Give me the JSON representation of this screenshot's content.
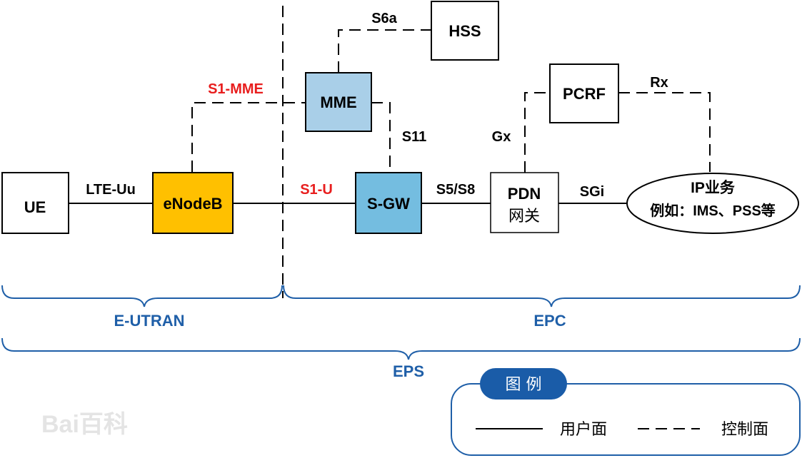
{
  "nodes": {
    "ue": "UE",
    "enodeb": "eNodeB",
    "mme": "MME",
    "hss": "HSS",
    "sgw": "S-GW",
    "pdn_line1": "PDN",
    "pdn_line2": "网关",
    "pcrf": "PCRF",
    "ip_line1": "IP业务",
    "ip_line2": "例如：IMS、PSS等"
  },
  "interfaces": {
    "lte_uu": "LTE-Uu",
    "s1_mme": "S1-MME",
    "s1_u": "S1-U",
    "s6a": "S6a",
    "s11": "S11",
    "s5_s8": "S5/S8",
    "sgi": "SGi",
    "gx": "Gx",
    "rx": "Rx"
  },
  "domains": {
    "eutran": "E-UTRAN",
    "epc": "EPC",
    "eps": "EPS"
  },
  "legend": {
    "title": "图 例",
    "user_plane": "用户面",
    "control_plane": "控制面"
  },
  "watermark": "Bai百科",
  "colors": {
    "enodeb_fill": "#FFC000",
    "mme_fill": "#A9CFE8",
    "sgw_fill": "#74BDE0",
    "domain_blue": "#1F5FA8",
    "label_red": "#E81E1E",
    "legend_title_fill": "#1A5CA8"
  }
}
